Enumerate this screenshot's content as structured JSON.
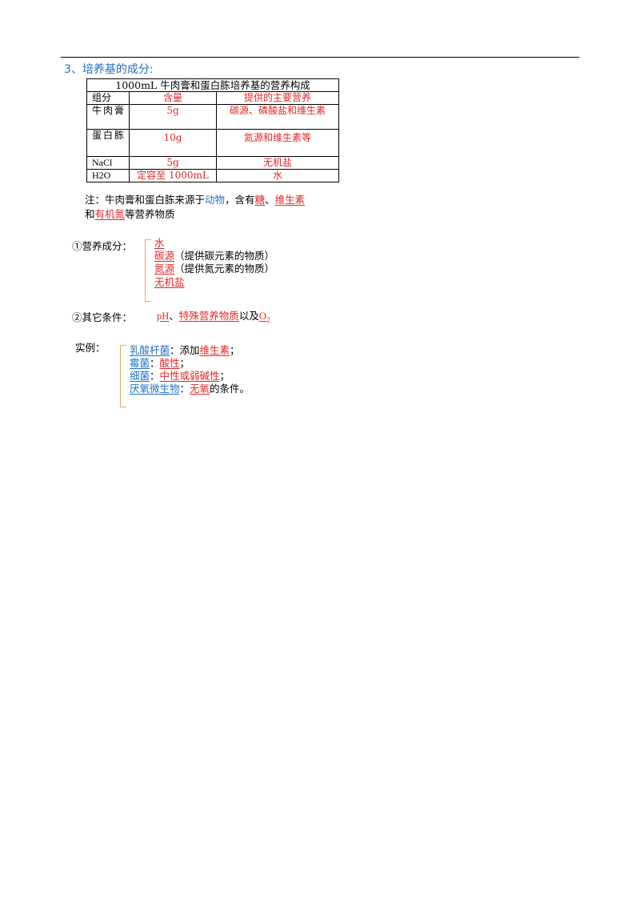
{
  "heading": "3、培养基的成分:",
  "table": {
    "title": "1000mL 牛肉膏和蛋白胨培养基的营养构成",
    "headers": [
      "组分",
      "含量",
      "提供的主要营养"
    ],
    "rows": [
      {
        "component": "牛肉膏",
        "amount": "5g",
        "nutrient": "碳源、磷酸盐和维生素"
      },
      {
        "component": "蛋白胨",
        "amount": "10g",
        "nutrient": "氮源和维生素等"
      },
      {
        "component": "NaCl",
        "amount": "5g",
        "nutrient": "无机盐"
      },
      {
        "component": "H2O",
        "amount": "定容至 1000mL",
        "nutrient": "水"
      }
    ]
  },
  "note": {
    "p1": "注：牛肉膏和蛋白胨来源于",
    "animal": "动物",
    "p2": "，含有",
    "sugar": "糖",
    "sep": "、",
    "vitamin": "维生素",
    "p3": "和",
    "organic_n": "有机氮",
    "p4": "等营养物质"
  },
  "nutrition": {
    "label": "①营养成分：",
    "water": "水",
    "carbon": "碳源",
    "carbon_desc": "（提供碳元素的物质）",
    "nitrogen": "氮源",
    "nitrogen_desc": "（提供氮元素的物质）",
    "salt": "无机盐"
  },
  "other": {
    "label": "②其它条件：",
    "ph": "pH",
    "sep": "、",
    "special": "特殊营养物质",
    "and": "以及",
    "o2_main": "O",
    "o2_sub": "2"
  },
  "examples": {
    "label": "实例：",
    "e1_org": "乳酸杆菌",
    "e1_mid": "：添加",
    "e1_val": "维生素",
    "e1_end": "；",
    "e2_org": "霉菌",
    "e2_mid": "：",
    "e2_val": "酸性",
    "e2_end": "；",
    "e3_org": "细菌",
    "e3_mid": "：",
    "e3_val": "中性或弱碱性",
    "e3_end": "；",
    "e4_org": "厌氧微生物",
    "e4_mid": "：",
    "e4_val": "无氧",
    "e4_end": "的条件。"
  }
}
